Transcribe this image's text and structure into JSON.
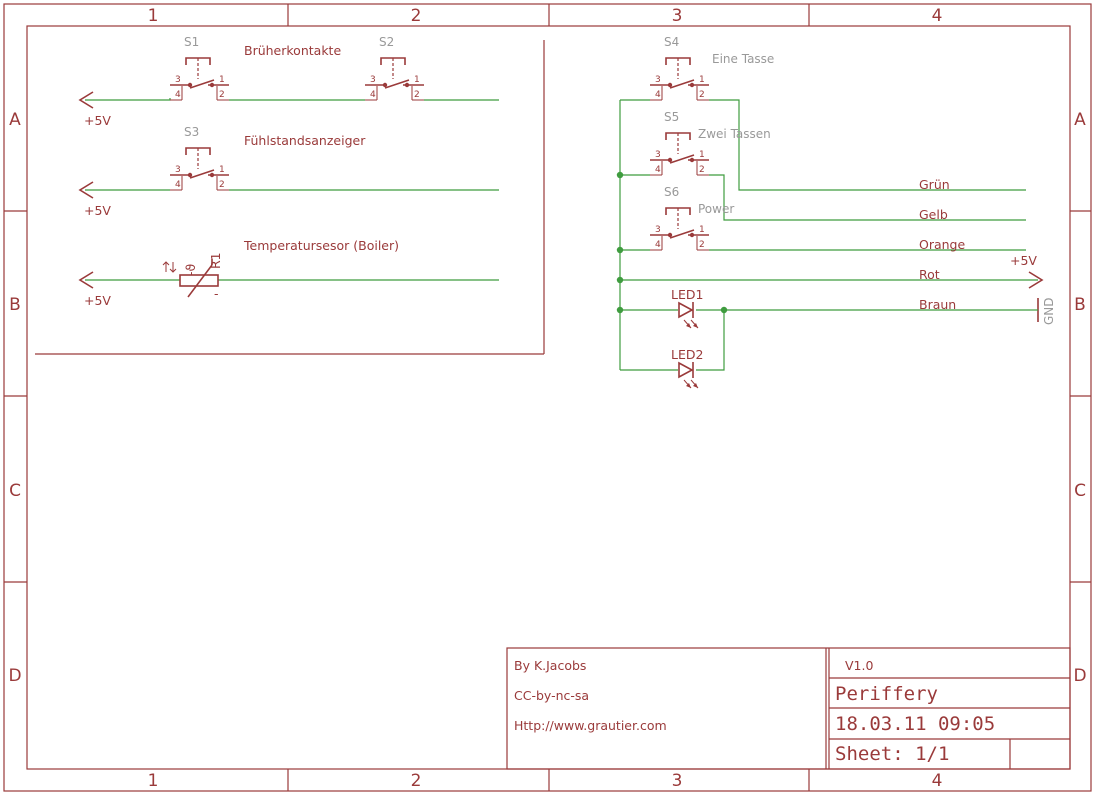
{
  "zones": {
    "columns": [
      "1",
      "2",
      "3",
      "4"
    ],
    "rows": [
      "A",
      "B",
      "C",
      "D"
    ]
  },
  "switches": [
    {
      "name": "S1",
      "value": "Brüherkontakte",
      "pins": [
        "3",
        "4",
        "1",
        "2"
      ]
    },
    {
      "name": "S2",
      "value": "",
      "pins": [
        "3",
        "4",
        "1",
        "2"
      ]
    },
    {
      "name": "S3",
      "value": "Fühlstandsanzeiger",
      "pins": [
        "3",
        "4",
        "1",
        "2"
      ]
    },
    {
      "name": "S4",
      "value": "Eine Tasse",
      "pins": [
        "3",
        "4",
        "1",
        "2"
      ]
    },
    {
      "name": "S5",
      "value": "Zwei Tassen",
      "pins": [
        "3",
        "4",
        "1",
        "2"
      ]
    },
    {
      "name": "S6",
      "value": "Power",
      "pins": [
        "3",
        "4",
        "1",
        "2"
      ]
    }
  ],
  "thermistor": {
    "name": "R1",
    "value": "Temperatursesor (Boiler)",
    "symbol": "-ϑ",
    "minus": "-"
  },
  "leds": [
    {
      "name": "LED1"
    },
    {
      "name": "LED2"
    }
  ],
  "supply_labels": [
    "+5V",
    "+5V",
    "+5V",
    "+5V"
  ],
  "gnd_label": "GND",
  "nets": [
    "Grün",
    "Gelb",
    "Orange",
    "Rot",
    "Braun"
  ],
  "title_block": {
    "author": "By K.Jacobs",
    "license": "CC-by-nc-sa",
    "url": "Http://www.grautier.com",
    "version": "V1.0",
    "title": "Periffery",
    "date": "18.03.11 09:05",
    "sheet": "Sheet: 1/1"
  },
  "colors": {
    "frame": "#9a3a3a",
    "wire": "#3f9c3f",
    "label_gray": "#999999"
  }
}
